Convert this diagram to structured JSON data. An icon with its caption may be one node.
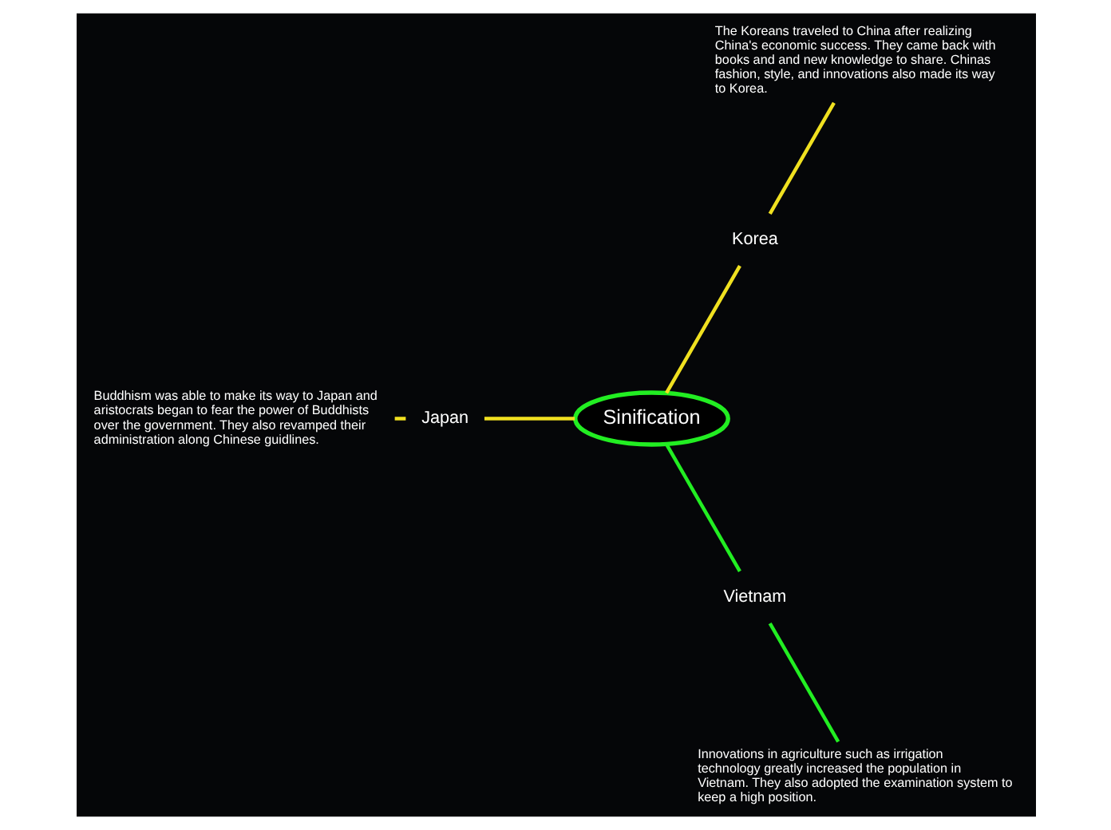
{
  "diagram": {
    "nodes": [
      {
        "text": [
          "Sinification"
        ]
      },
      {
        "text": [
          "Korea"
        ]
      },
      {
        "text": [
          "The Koreans traveled to China after realizing China's economic success. They came back with books and and new knowledge to share. Chinas fashion, style, and innovations also made its way to Korea."
        ]
      },
      {
        "text": [
          "Japan"
        ]
      },
      {
        "text": [
          "Buddhism was able to make its way to Japan and aristocrats began to fear the power of Buddhists over the government. They also revamped their administration along Chinese guidlines."
        ]
      },
      {
        "text": [
          "Vietnam"
        ]
      },
      {
        "text": [
          "Innovations in agriculture such as irrigation technology greatly increased the population in Vietnam. They also adopted the examination system to keep a high position."
        ]
      }
    ],
    "edges": [
      {
        "from": 0,
        "to": 1,
        "arrow": "none"
      },
      {
        "from": 1,
        "to": 2,
        "arrow": "none"
      },
      {
        "from": 0,
        "to": 3,
        "arrow": "none"
      },
      {
        "from": 3,
        "to": 4,
        "arrow": "none"
      },
      {
        "from": 0,
        "to": 5,
        "arrow": "none",
        "color": "#22ee22"
      },
      {
        "from": 5,
        "to": 6,
        "arrow": "none",
        "color": "#22ee22"
      }
    ]
  }
}
